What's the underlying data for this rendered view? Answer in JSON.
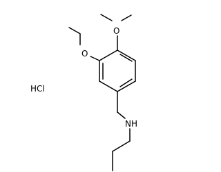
{
  "molecule": {
    "salt_label": "HCl",
    "atoms": {
      "o_top": "O",
      "o_left": "O",
      "nh": "NH"
    }
  }
}
